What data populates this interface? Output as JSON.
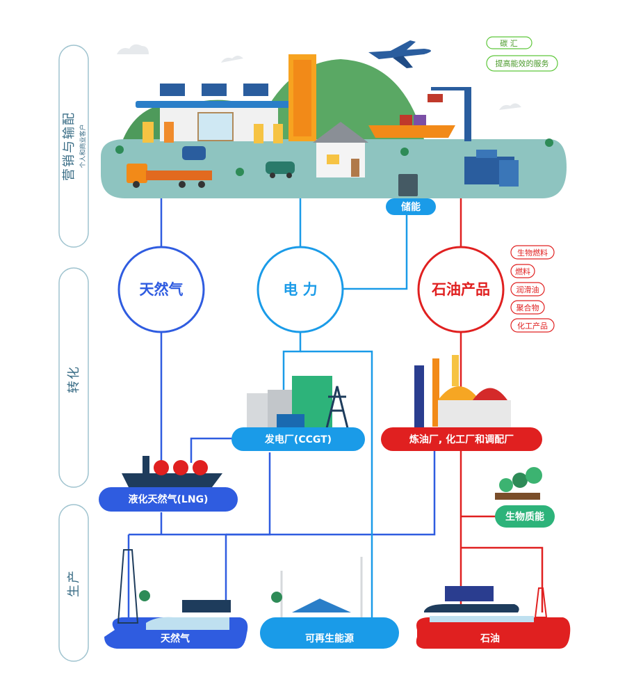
{
  "side_labels": {
    "marketing": "营销与输配",
    "marketing_sub": "个人和商业客户",
    "conversion": "转化",
    "production": "生产"
  },
  "green_tags": [
    "碳 汇",
    "提高能效的服务"
  ],
  "circles": {
    "gas": "天然气",
    "power": "电 力",
    "oil": "石油产品"
  },
  "storage_label": "储能",
  "oil_products": [
    "生物燃料",
    "燃料",
    "润滑油",
    "聚合物",
    "化工产品"
  ],
  "pills": {
    "ccgt": "发电厂(CCGT)",
    "refinery": "炼油厂, 化工厂和调配厂",
    "lng": "液化天然气(LNG)",
    "biomass": "生物质能",
    "nat_gas": "天然气",
    "renewables": "可再生能源",
    "oil": "石油"
  },
  "colors": {
    "gas_blue": "#2f5ce0",
    "power_blue": "#1a9be8",
    "oil_red": "#e02020",
    "green": "#2db37a",
    "city_band": "#8ec4c0",
    "tag_green": "#5ec73a"
  }
}
